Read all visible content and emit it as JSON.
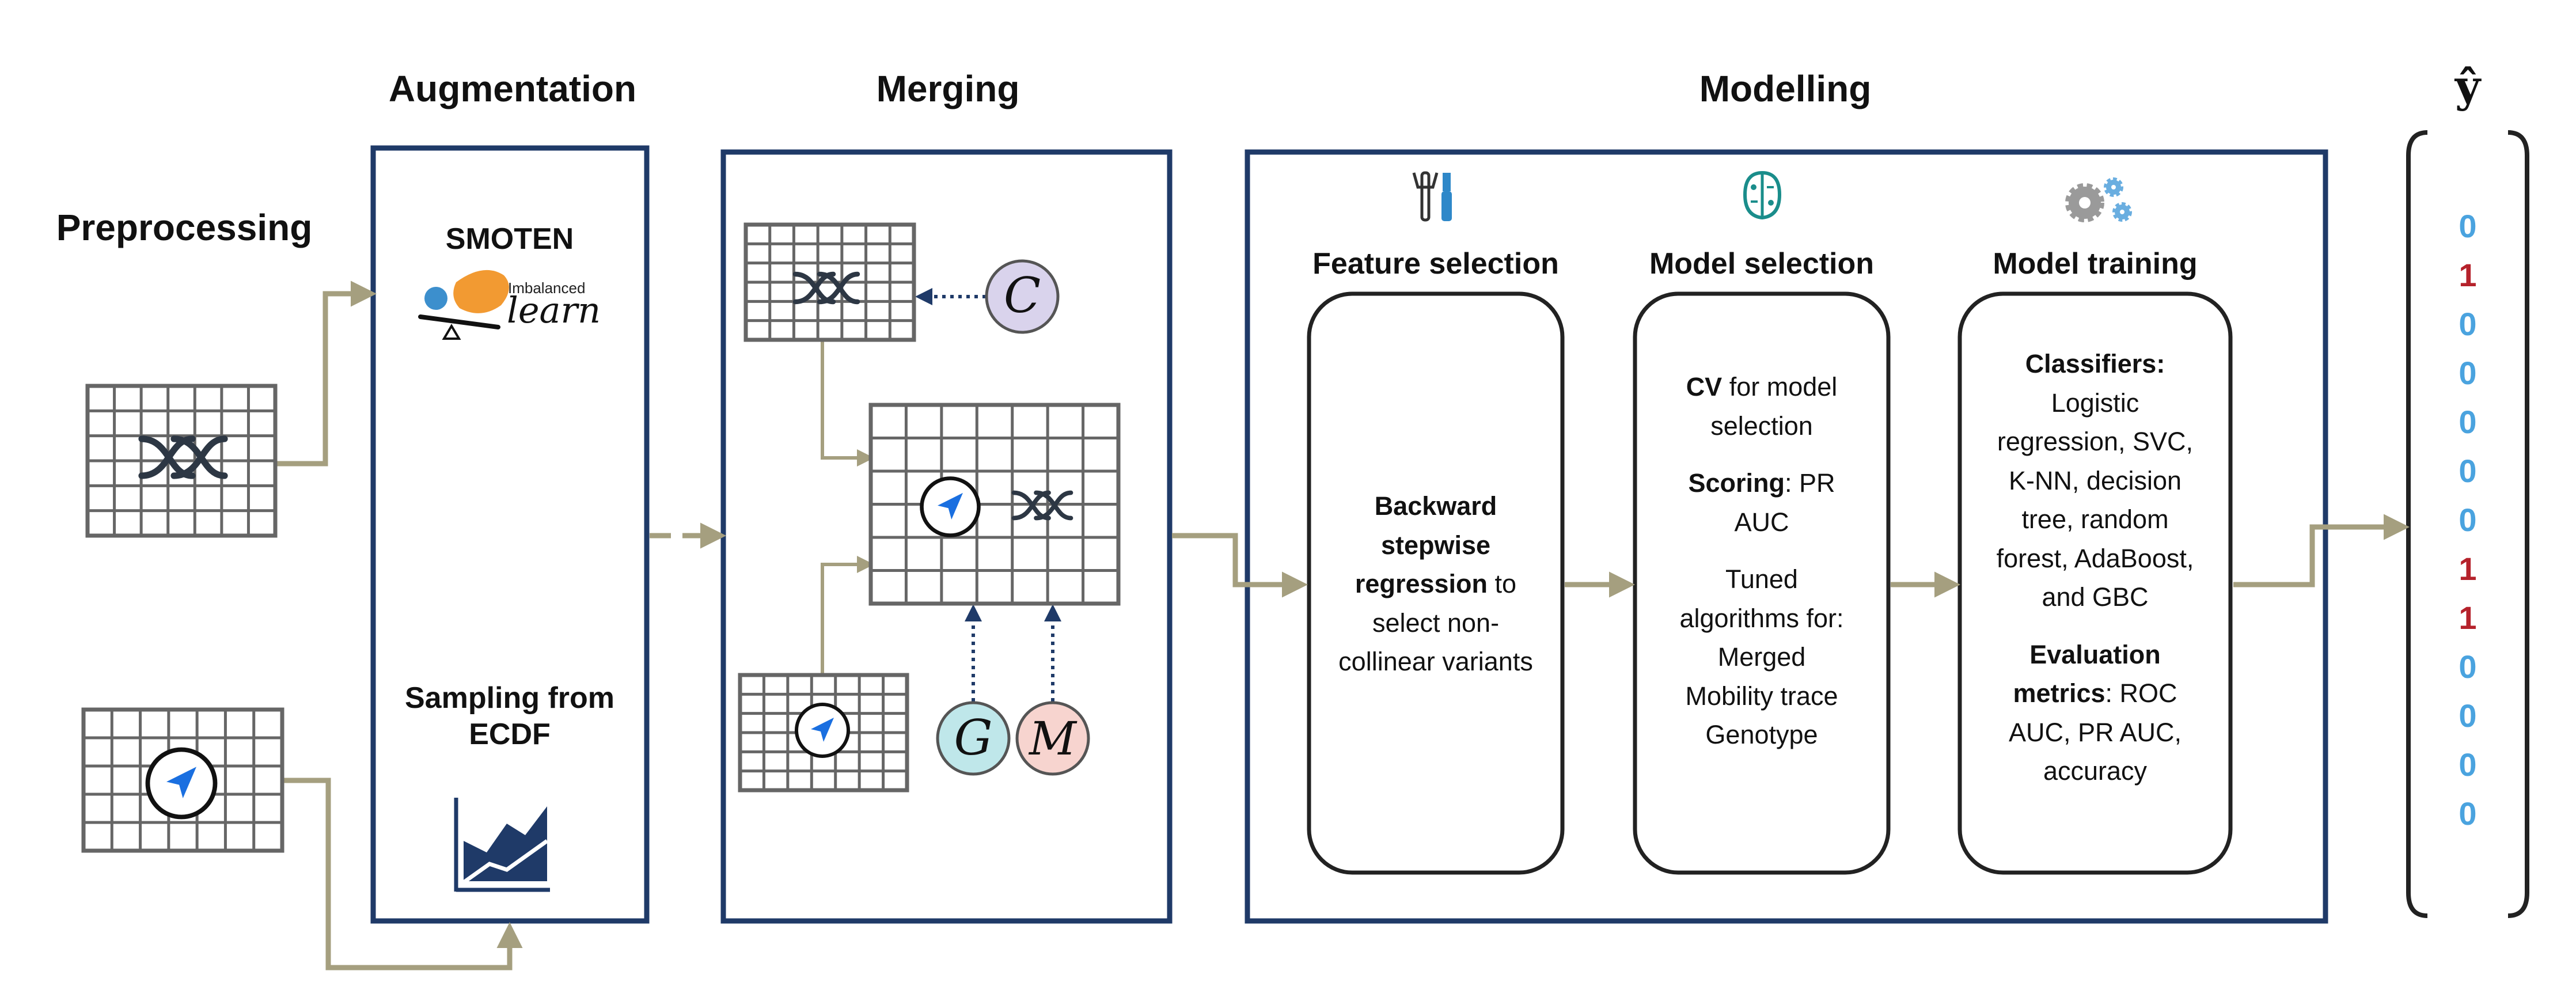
{
  "stages": {
    "preprocessing": "Preprocessing",
    "augmentation": "Augmentation",
    "merging": "Merging",
    "modelling": "Modelling"
  },
  "augmentation": {
    "smoten": "SMOTEN",
    "logo_top": "Imbalanced",
    "logo_bottom": "learn",
    "ecdf_line1": "Sampling from",
    "ecdf_line2": "ECDF"
  },
  "merging": {
    "node_c": "C",
    "node_g": "G",
    "node_m": "M"
  },
  "modelling": {
    "feature_selection": {
      "title": "Feature selection",
      "line1": "Backward",
      "line2": "stepwise",
      "line3_bold": "regression",
      "line3_rest": " to",
      "line4": "select non-",
      "line5": "collinear variants"
    },
    "model_selection": {
      "title": "Model selection",
      "cv_bold": "CV",
      "cv_rest": " for model",
      "cv_line2": "selection",
      "scoring_bold": "Scoring",
      "scoring_rest": ": PR",
      "scoring_line2": "AUC",
      "tuned1": "Tuned",
      "tuned2": "algorithms for:",
      "tuned3": "Merged",
      "tuned4": "Mobility trace",
      "tuned5": "Genotype"
    },
    "model_training": {
      "title": "Model training",
      "classifiers_title": "Classifiers:",
      "c1": "Logistic",
      "c2": "regression, SVC,",
      "c3": "K-NN, decision",
      "c4": "tree, random",
      "c5": "forest, AdaBoost,",
      "c6": "and GBC",
      "eval_title": "Evaluation",
      "eval_bold": "metrics",
      "eval_rest": ": ROC",
      "e2": "AUC, PR AUC,",
      "e3": "accuracy"
    }
  },
  "output": {
    "label": "ŷ",
    "values": [
      "0",
      "1",
      "0",
      "0",
      "0",
      "0",
      "0",
      "1",
      "1",
      "0",
      "0",
      "0",
      "0"
    ]
  },
  "icons": [
    "dna-icon",
    "location-arrow-icon",
    "imbalanced-learn-logo",
    "ecdf-chart-icon",
    "tools-icon",
    "brain-icon",
    "gears-icon"
  ],
  "colors": {
    "frame": "#1f3a68",
    "arrow": "#a59f7f",
    "grid": "#666666",
    "one": "#b5222b",
    "zero": "#4aa3df",
    "c_fill": "#d9d3ec",
    "g_fill": "#bfe7ea",
    "m_fill": "#f7d4cf",
    "nav": "#1a6fe0"
  }
}
